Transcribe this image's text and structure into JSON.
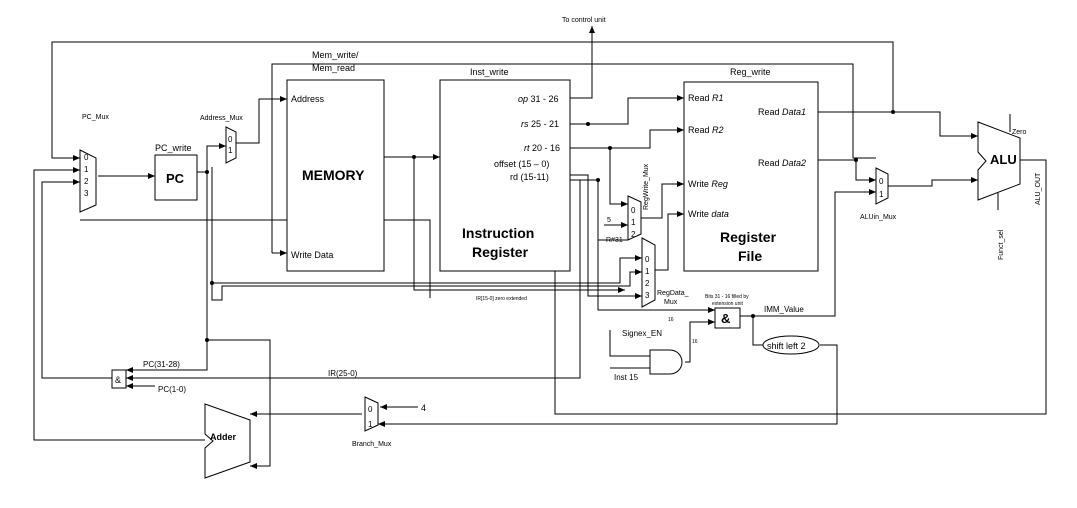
{
  "labels": {
    "to_control_unit": "To control unit",
    "mem_write": "Mem_write/",
    "mem_read": "Mem_read",
    "inst_write": "Inst_write",
    "reg_write": "Reg_write",
    "pc_mux": "PC_Mux",
    "pc_write": "PC_write",
    "address_mux": "Address_Mux",
    "address": "Address",
    "write_data": "Write Data",
    "memory": "MEMORY",
    "instruction": "Instruction",
    "register": "Register",
    "op_pre": "op",
    "op_bits": " 31 - 26",
    "rs_pre": "rs",
    "rs_bits": " 25 - 21",
    "rt_pre": "rt",
    "rt_bits": " 20 - 16",
    "offset": "offset (15 – 0)",
    "rd": "rd (15-11)",
    "read_r1_pre": "Read ",
    "read_r1_it": "R1",
    "read_r2_pre": "Read ",
    "read_r2_it": "R2",
    "write_reg_pre": "Write ",
    "write_reg_it": "Reg",
    "write_data_pre": "Write ",
    "write_data_it": "data",
    "read_data1_pre": "Read ",
    "read_data1_it": "Data1",
    "read_data2_pre": "Read ",
    "read_data2_it": "Data2",
    "regfile_1": "Register",
    "regfile_2": "File",
    "regwrite_mux": "RegWrite_Mux",
    "five": "5",
    "r31": "R#31",
    "regdata_mux_1": "RegData_",
    "regdata_mux_2": "Mux",
    "zero_ext": "IR[15-0] zero extended",
    "sixteen_a": "16",
    "sixteen_b": "16",
    "bits_note_1": "Bits 31 - 16 filled by",
    "bits_note_2": "extension unit",
    "imm_value": "IMM_Value",
    "signex_en": "Signex_EN",
    "inst15": "Inst 15",
    "shift_left": "shift left 2",
    "alu": "ALU",
    "zero": "Zero",
    "alu_out": "ALU_OUT",
    "alu_in_mux": "ALUin_Mux",
    "funct_sel": "Funct_sel",
    "pc31_28": "PC(31-28)",
    "pc1_0": "PC(1-0)",
    "ir25_0": "IR(25-0)",
    "concat": "&",
    "ext_and": "&",
    "adder": "Adder",
    "branch_mux": "Branch_Mux",
    "four": "4",
    "pc": "PC",
    "mux_in_0": "0",
    "mux_in_1": "1",
    "mux_in_2": "2",
    "mux_in_3": "3"
  }
}
